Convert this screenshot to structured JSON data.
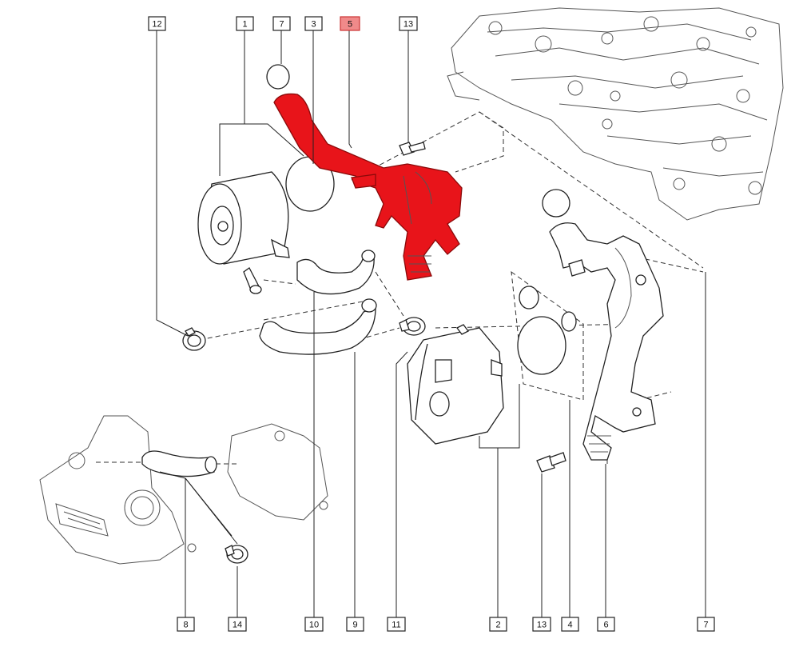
{
  "colors": {
    "highlight": "#e8141a",
    "highlight_box": "#f08a8a",
    "line": "#222222"
  },
  "callouts": [
    {
      "id": "c12",
      "text": "12",
      "highlighted": false
    },
    {
      "id": "c1",
      "text": "1",
      "highlighted": false
    },
    {
      "id": "c7t",
      "text": "7",
      "highlighted": false
    },
    {
      "id": "c3",
      "text": "3",
      "highlighted": false
    },
    {
      "id": "c5",
      "text": "5",
      "highlighted": true
    },
    {
      "id": "c13t",
      "text": "13",
      "highlighted": false
    },
    {
      "id": "c8",
      "text": "8",
      "highlighted": false
    },
    {
      "id": "c14",
      "text": "14",
      "highlighted": false
    },
    {
      "id": "c10",
      "text": "10",
      "highlighted": false
    },
    {
      "id": "c9",
      "text": "9",
      "highlighted": false
    },
    {
      "id": "c11",
      "text": "11",
      "highlighted": false
    },
    {
      "id": "c2",
      "text": "2",
      "highlighted": false
    },
    {
      "id": "c13b",
      "text": "13",
      "highlighted": false
    },
    {
      "id": "c4",
      "text": "4",
      "highlighted": false
    },
    {
      "id": "c6",
      "text": "6",
      "highlighted": false
    },
    {
      "id": "c7b",
      "text": "7",
      "highlighted": false
    }
  ]
}
